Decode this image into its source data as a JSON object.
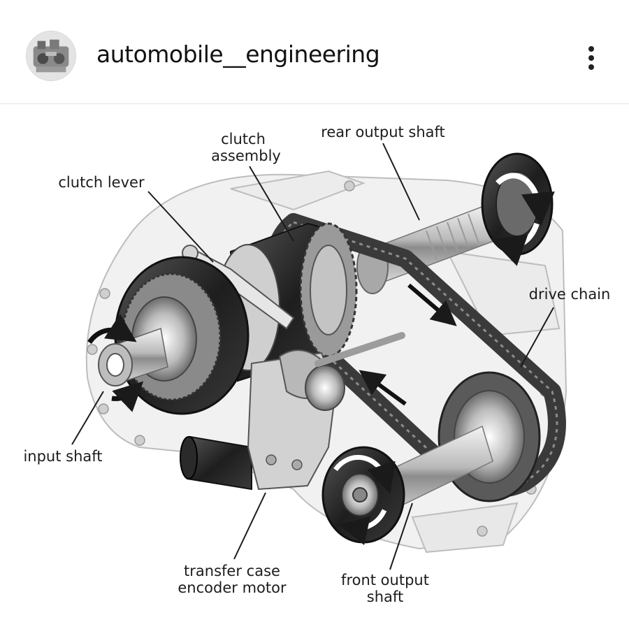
{
  "post": {
    "username": "automobile__engineering",
    "avatar_icon": "engine-photo-icon",
    "menu_icon": "more-vertical-icon"
  },
  "diagram": {
    "labels": {
      "clutch_assembly": [
        "clutch",
        "assembly"
      ],
      "rear_output_shaft": "rear output shaft",
      "clutch_lever": "clutch lever",
      "drive_chain": "drive chain",
      "input_shaft": "input shaft",
      "transfer_case_encoder_motor": [
        "transfer case",
        "encoder motor"
      ],
      "front_output_shaft": [
        "front output",
        "shaft"
      ]
    }
  }
}
